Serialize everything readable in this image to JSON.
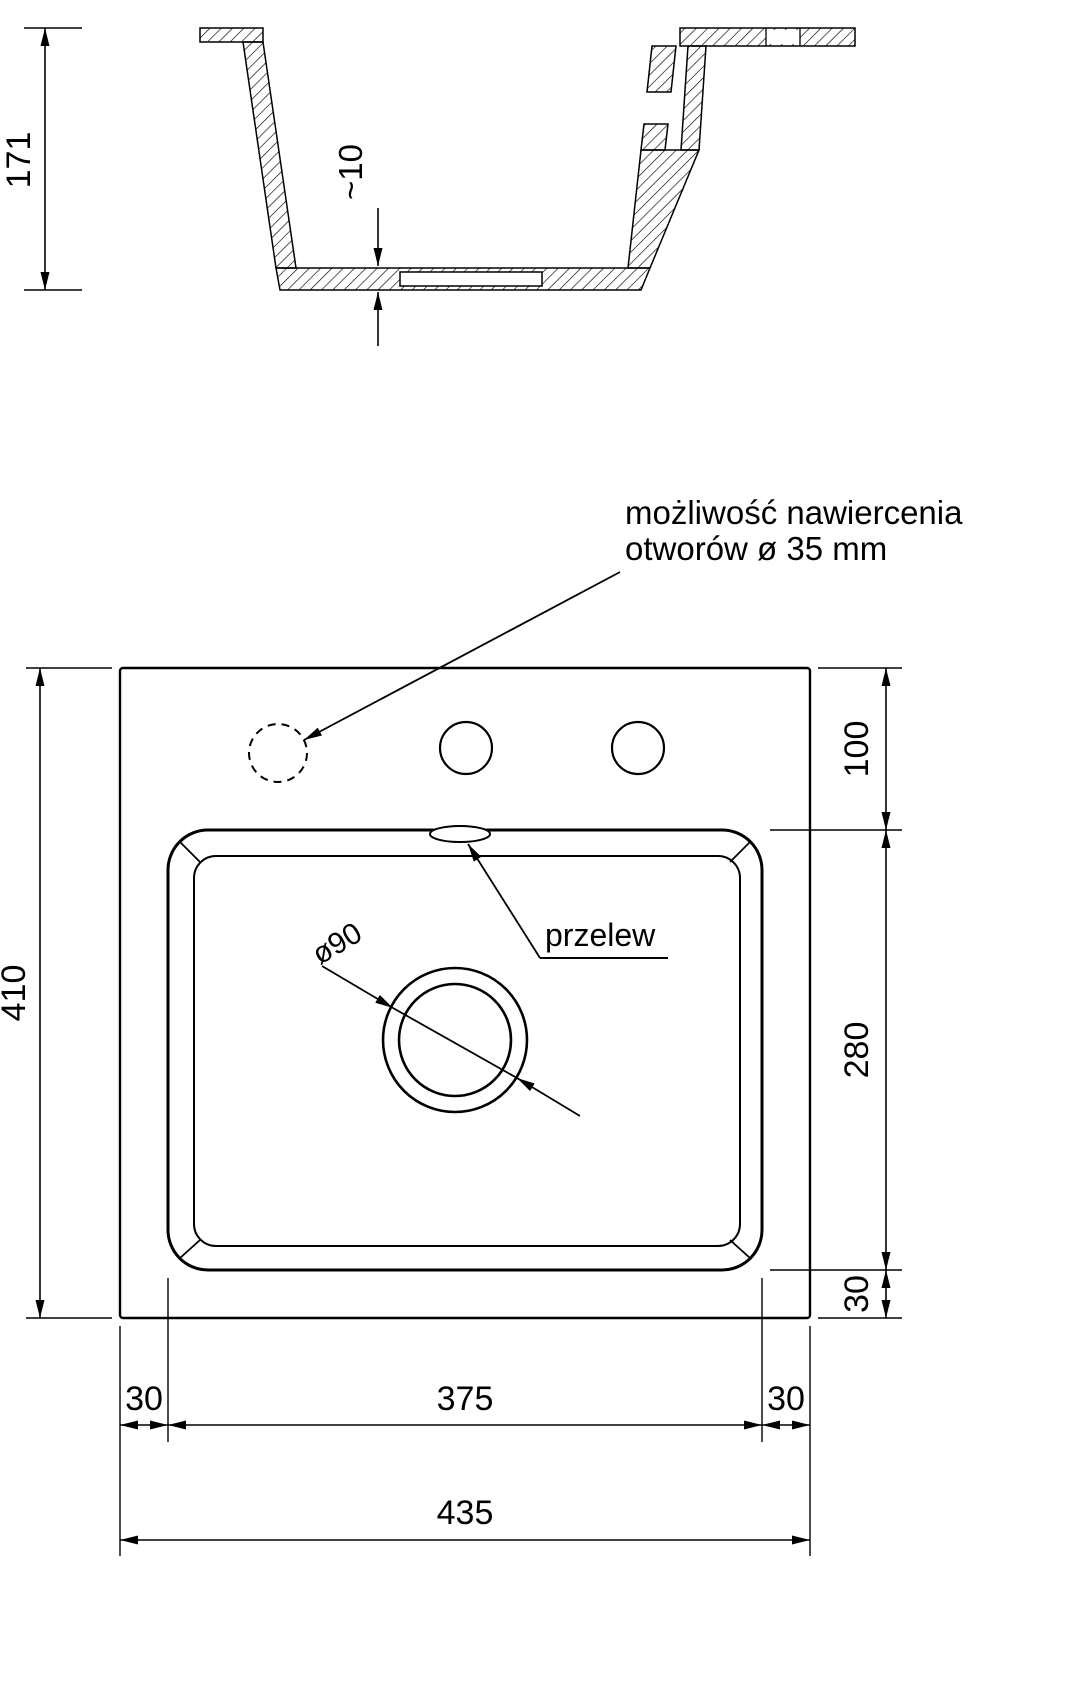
{
  "note": {
    "line1": "możliwość nawiercenia",
    "line2": "otworów ø 35 mm"
  },
  "callouts": {
    "overflow": "przelew",
    "drain_diameter": "ø90"
  },
  "dimensions": {
    "section_height": "171",
    "bottom_thickness": "~10",
    "plan_depth_total": "410",
    "top_offset": "100",
    "basin_depth": "280",
    "bottom_offset": "30",
    "left_margin": "30",
    "basin_width": "375",
    "right_margin": "30",
    "width_total": "435"
  },
  "colors": {
    "ink": "#000000",
    "background": "#ffffff"
  }
}
